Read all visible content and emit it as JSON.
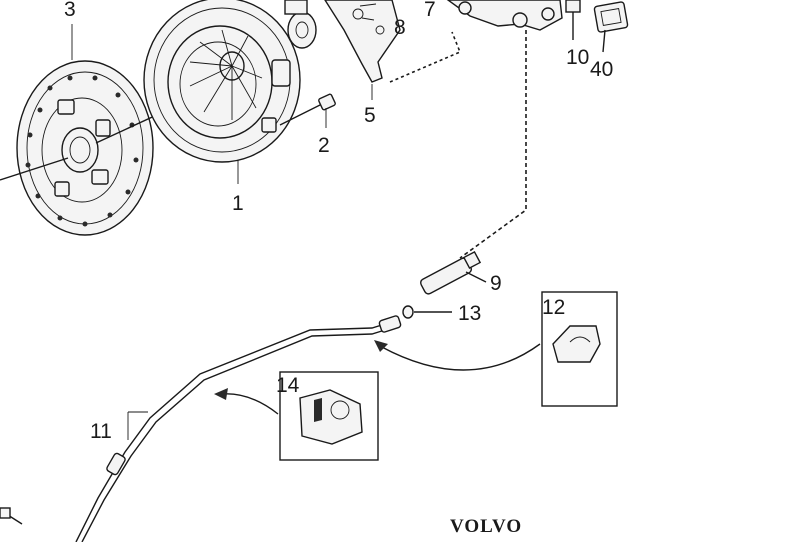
{
  "diagram": {
    "labels": {
      "p1": "1",
      "p2": "2",
      "p3": "3",
      "p5": "5",
      "p7": "7",
      "p8": "8",
      "p9": "9",
      "p10": "10",
      "p11": "11",
      "p12": "12",
      "p13": "13",
      "p14": "14",
      "p40": "40"
    },
    "brand": "VOLVO"
  }
}
